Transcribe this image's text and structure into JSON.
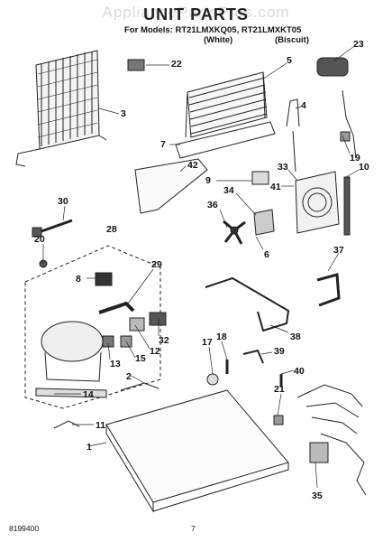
{
  "watermark": "AppliancePartsPros.com",
  "title": "UNIT PARTS",
  "models_line": "For Models: RT21LMXKQ05, RT21LMXKT05",
  "variants": [
    "(White)",
    "(Biscuit)"
  ],
  "callouts": [
    "22",
    "23",
    "5",
    "3",
    "4",
    "7",
    "42",
    "19",
    "10",
    "33",
    "9",
    "41",
    "34",
    "36",
    "30",
    "6",
    "28",
    "20",
    "37",
    "29",
    "8",
    "38",
    "32",
    "12",
    "17",
    "18",
    "39",
    "15",
    "13",
    "14",
    "2",
    "40",
    "21",
    "11",
    "1",
    "35"
  ],
  "footer": {
    "doc_number": "8199400",
    "page": "7"
  }
}
